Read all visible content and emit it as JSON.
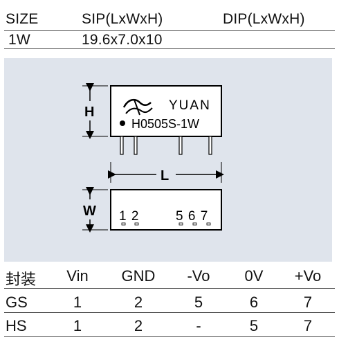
{
  "header": {
    "size_label": "SIZE",
    "sip_label": "SIP(LxWxH)",
    "dip_label": "DIP(LxWxH)"
  },
  "size_row": {
    "power": "1W",
    "sip_value": "19.6x7.0x10",
    "dip_value": ""
  },
  "drawing": {
    "brand": "YUAN",
    "model": "H0505S-1W",
    "dim_h": "H",
    "dim_l": "L",
    "dim_w": "W",
    "pin_labels_left": "1 2",
    "pin_labels_right": "5 6 7",
    "colors": {
      "panel_bg": "#dfe4ec",
      "part_bg": "#ffffff",
      "line": "#000000"
    }
  },
  "pin_table": {
    "headers": [
      "封装",
      "Vin",
      "GND",
      "-Vo",
      "0V",
      "+Vo"
    ],
    "rows": [
      [
        "GS",
        "1",
        "2",
        "5",
        "6",
        "7"
      ],
      [
        "HS",
        "1",
        "2",
        "-",
        "5",
        "7"
      ]
    ]
  }
}
